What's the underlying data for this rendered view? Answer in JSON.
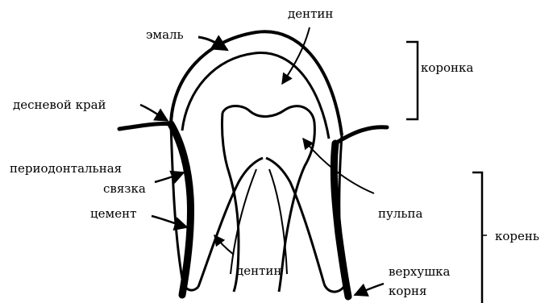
{
  "labels": {
    "enamel": "эмаль",
    "dentin_top": "дентин",
    "crown": "коронка",
    "gum_margin": "десневой край",
    "periodontal_1": "периодонтальная",
    "periodontal_2": "связка",
    "cement": "цемент",
    "pulp": "пульпа",
    "root": "корень",
    "dentin_bottom": "дентин",
    "apex_1": "верхушка",
    "apex_2": "корня"
  },
  "colors": {
    "ink": "#000000",
    "background": "#ffffff"
  }
}
